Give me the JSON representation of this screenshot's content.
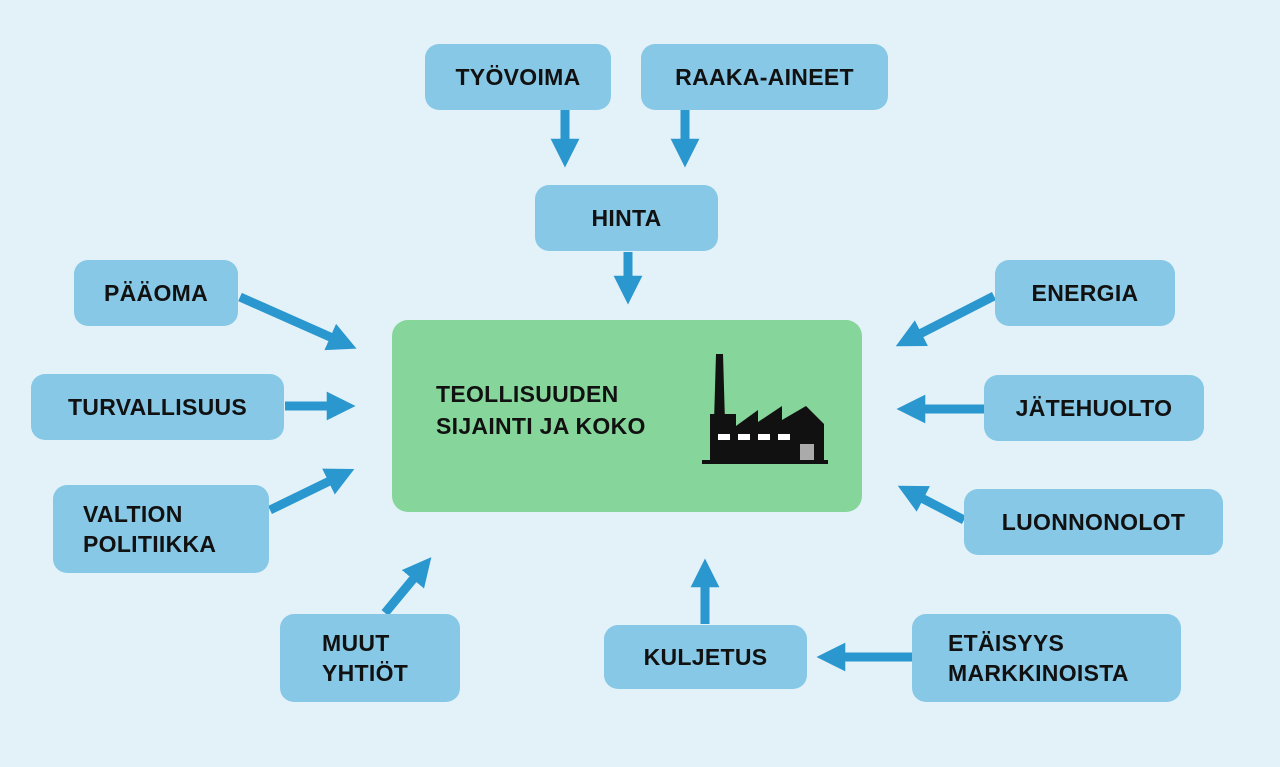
{
  "center": {
    "line1": "TEOLLISUUDEN",
    "line2": "SIJAINTI JA KOKO",
    "icon": "factory-icon"
  },
  "nodes": {
    "tyovoima": [
      "TYÖVOIMA"
    ],
    "raaka_aineet": [
      "RAAKA-AINEET"
    ],
    "hinta": [
      "HINTA"
    ],
    "paaoma": [
      "PÄÄOMA"
    ],
    "turvallisuus": [
      "TURVALLISUUS"
    ],
    "valtion_politiikka": [
      "VALTION",
      "POLITIIKKA"
    ],
    "muut_yhtiot": [
      "MUUT",
      "YHTIÖT"
    ],
    "energia": [
      "ENERGIA"
    ],
    "jatehuolto": [
      "JÄTEHUOLTO"
    ],
    "luonnonolot": [
      "LUONNONOLOT"
    ],
    "kuljetus": [
      "KULJETUS"
    ],
    "etaisyys_markkinoista": [
      "ETÄISYYS",
      "MARKKINOISTA"
    ]
  },
  "colors": {
    "background": "#e3f2f9",
    "node_fill": "#87c8e6",
    "center_fill": "#86d59a",
    "arrow": "#2a97cf",
    "factory": "#111111"
  }
}
